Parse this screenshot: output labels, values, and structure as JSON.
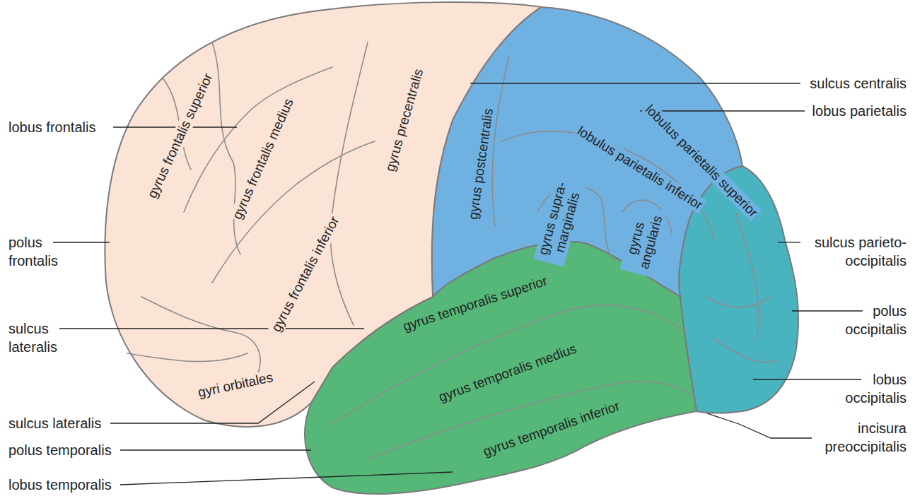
{
  "diagram": {
    "labels": [
      "lobus frontalis",
      "polus frontalis",
      "sulcus lateralis",
      "sulcus lateralis",
      "polus temporalis",
      "lobus temporalis",
      "gyrus frontalis superior",
      "gyrus frontalis medius",
      "gyrus precentralis",
      "gyrus frontalis inferior",
      "gyri orbitales",
      "sulcus centralis",
      "lobus parietalis",
      "lobulus parietalis superior",
      "gyrus postcentralis",
      "lobulus parietalis inferior",
      "gyrus supra- marginalis",
      "gyrus angularis",
      "sulcus parieto- occipitalis",
      "polus occipitalis",
      "lobus occipitalis",
      "incisura preoccipitalis",
      "gyrus temporalis superior",
      "gyrus temporalis medius",
      "gyrus temporalis inferior"
    ]
  }
}
